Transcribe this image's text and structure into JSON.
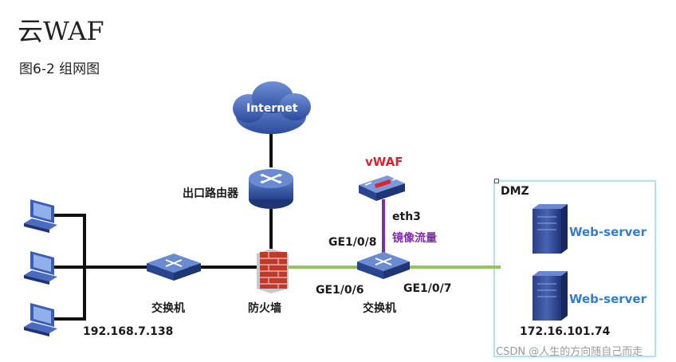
{
  "title": "云WAF",
  "caption": "图6-2  组网图",
  "nodes": {
    "internet": "Internet",
    "router": "出口路由器",
    "firewall": "防火墙",
    "left_switch": "交换机",
    "center_switch": "交换机",
    "vwaf": "vWAF",
    "dmz": "DMZ",
    "web_server_1": "Web-server",
    "web_server_2": "Web-server"
  },
  "labels": {
    "eth3": "eth3",
    "mirror": "镜像流量",
    "ge108": "GE1/0/8",
    "ge106": "GE1/0/6",
    "ge107": "GE1/0/7",
    "lan_ip": "192.168.7.138",
    "dmz_ip": "172.16.101.74"
  },
  "watermark": "CSDN @人生的方向随自己而走",
  "colors": {
    "black_link": "#111111",
    "green_link": "#92c65a",
    "purple_link": "#7a2fa3",
    "device_blue": "#3a5aa8",
    "vwaf_red": "#d9262c",
    "server_blue": "#2f7fd0"
  }
}
